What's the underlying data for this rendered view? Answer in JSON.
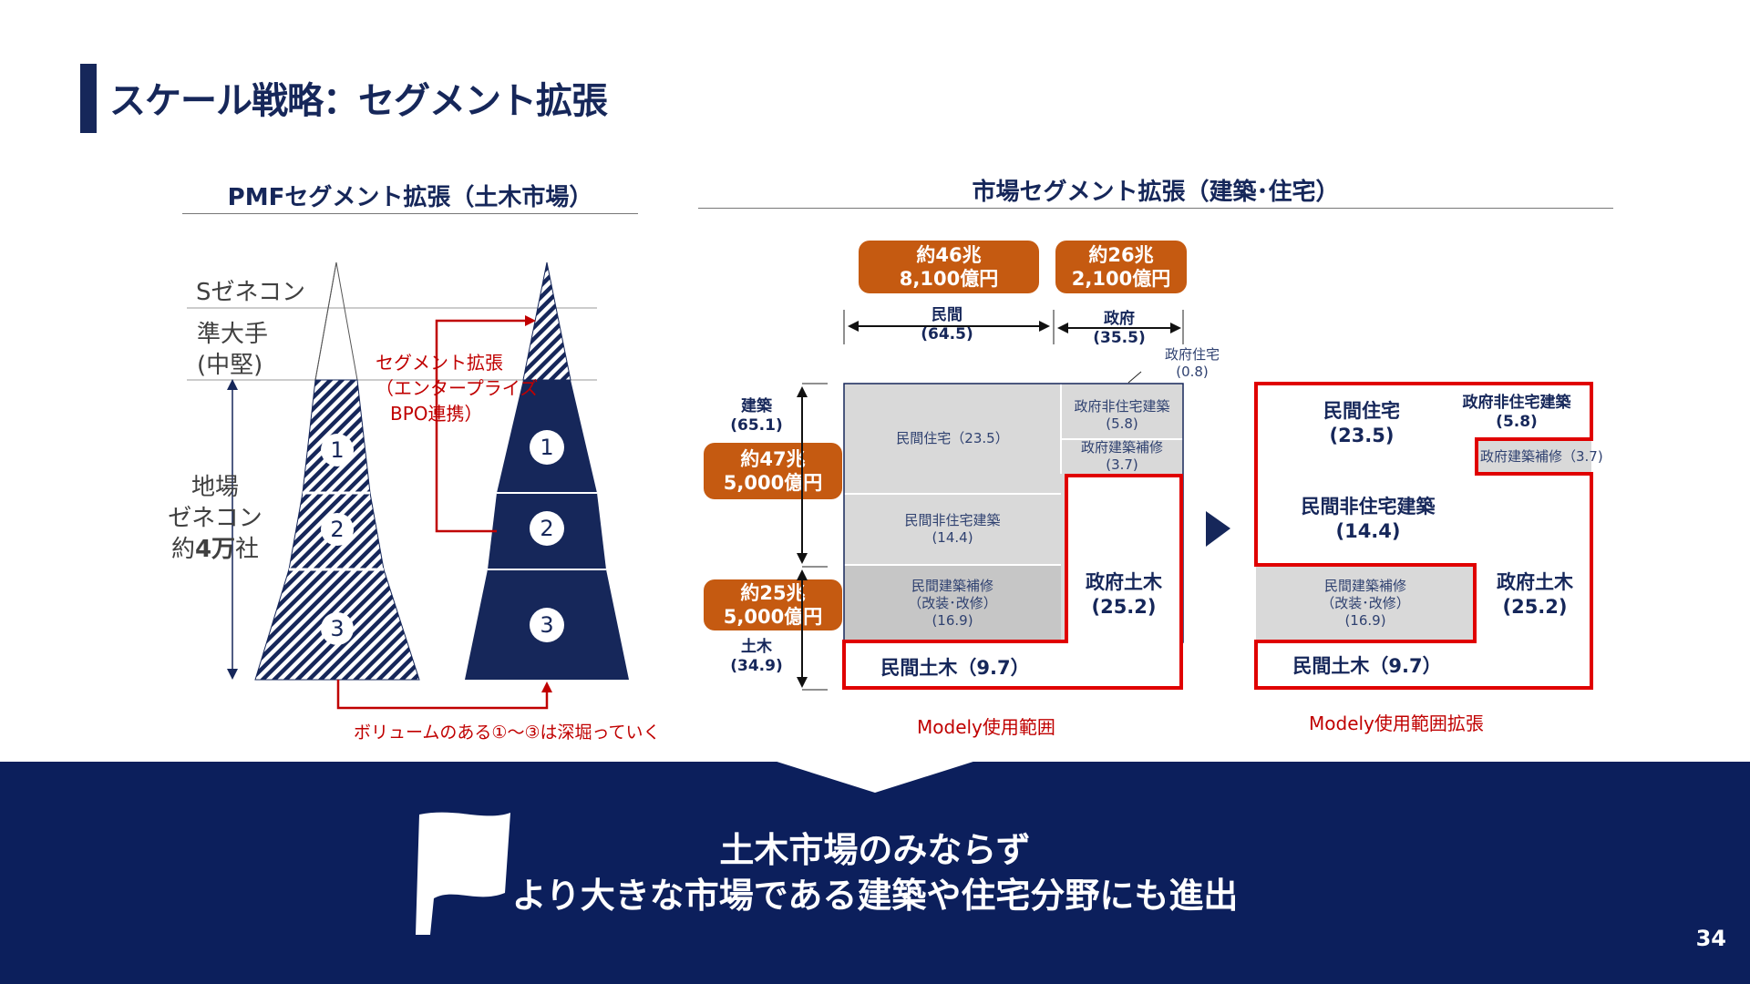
{
  "title": "スケール戦略：セグメント拡張",
  "left": {
    "heading": "PMFセグメント拡張（土木市場）",
    "tiers": {
      "s_zenecon": "Sゼネコン",
      "mid_line1": "準大手",
      "mid_line2": "(中堅)",
      "local_line1": "地場",
      "local_line2": "ゼネコン",
      "local_line3_prefix": "約",
      "local_line3_bold": "4万",
      "local_line3_suffix": "社"
    },
    "expansion_label": [
      "セグメント拡張",
      "（エンタープライズ",
      "BPO連携）"
    ],
    "levels": [
      "1",
      "2",
      "3"
    ],
    "bottom_caption": "ボリュームのある①～③は深堀っていく"
  },
  "right": {
    "heading": "市場セグメント拡張（建築･住宅）",
    "private_amount": [
      "約46兆",
      "8,100億円"
    ],
    "gov_amount": [
      "約26兆",
      "2,100億円"
    ],
    "private_label": [
      "民間",
      "(64.5)"
    ],
    "gov_label": [
      "政府",
      "(35.5)"
    ],
    "gov_housing_note": [
      "政府住宅",
      "(0.8)"
    ],
    "building_label": [
      "建築",
      "(65.1)"
    ],
    "building_amount": [
      "約47兆",
      "5,000億円"
    ],
    "civil_amount": [
      "約25兆",
      "5,000億円"
    ],
    "civil_label": [
      "土木",
      "(34.9)"
    ],
    "cells": {
      "private_housing": "民間住宅（23.5）",
      "private_nonres": [
        "民間非住宅建築",
        "(14.4)"
      ],
      "private_repair": [
        "民間建築補修",
        "（改装･改修）",
        "(16.9)"
      ],
      "gov_nonres": [
        "政府非住宅建築",
        "(5.8)"
      ],
      "gov_repair": [
        "政府建築補修",
        "(3.7)"
      ],
      "gov_civil": [
        "政府土木",
        "(25.2)"
      ],
      "private_civil": "民間土木（9.7）"
    },
    "caption_current": "Modely使用範囲",
    "expanded": {
      "private_housing": [
        "民間住宅",
        "(23.5)"
      ],
      "gov_nonres": [
        "政府非住宅建築",
        "(5.8)"
      ],
      "gov_repair": "政府建築補修（3.7)",
      "private_nonres": [
        "民間非住宅建築",
        "(14.4)"
      ],
      "private_repair": [
        "民間建築補修",
        "（改装･改修）",
        "(16.9)"
      ],
      "gov_civil": [
        "政府土木",
        "(25.2)"
      ],
      "private_civil": "民間土木（9.7）"
    },
    "caption_expanded": "Modely使用範囲拡張"
  },
  "banner": {
    "line1": "土木市場のみならず",
    "line2": "より大きな市場である建築や住宅分野にも進出"
  },
  "page_number": "34",
  "colors": {
    "navy": "#16275a",
    "banner": "#0c1f5c",
    "orange": "#c55a11",
    "red": "#e00000",
    "gray": "#d9d9d9"
  }
}
